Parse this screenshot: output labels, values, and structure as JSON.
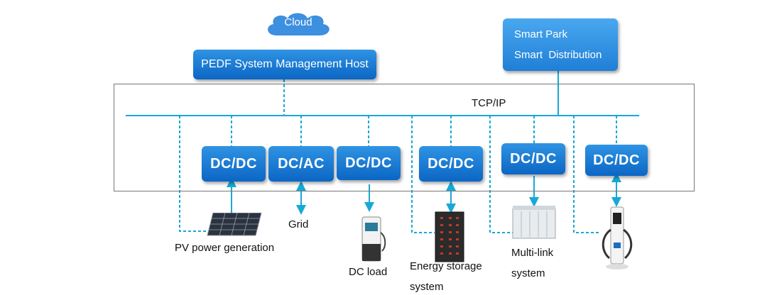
{
  "cloud": {
    "label": "Cloud"
  },
  "management_host": {
    "label": "PEDF System Management Host"
  },
  "smart_park": {
    "line1": "Smart Park",
    "line2": "Smart  Distribution"
  },
  "bus": {
    "label": "TCP/IP"
  },
  "converters": [
    {
      "label": "DC/DC"
    },
    {
      "label": "DC/AC"
    },
    {
      "label": "DC/DC"
    },
    {
      "label": "DC/DC"
    },
    {
      "label": "DC/DC"
    },
    {
      "label": "DC/DC"
    }
  ],
  "devices": {
    "pv": {
      "label": "PV power generation"
    },
    "grid": {
      "label": "Grid"
    },
    "dc_load": {
      "label": "DC load"
    },
    "storage": {
      "line1": "Energy storage",
      "line2": "system"
    },
    "multilink": {
      "line1": "Multi-link",
      "line2": "system"
    }
  },
  "colors": {
    "box_fill": "#1479d4",
    "line": "#17a9d6",
    "cloud": "#3d8fe0",
    "frame": "#777777"
  }
}
